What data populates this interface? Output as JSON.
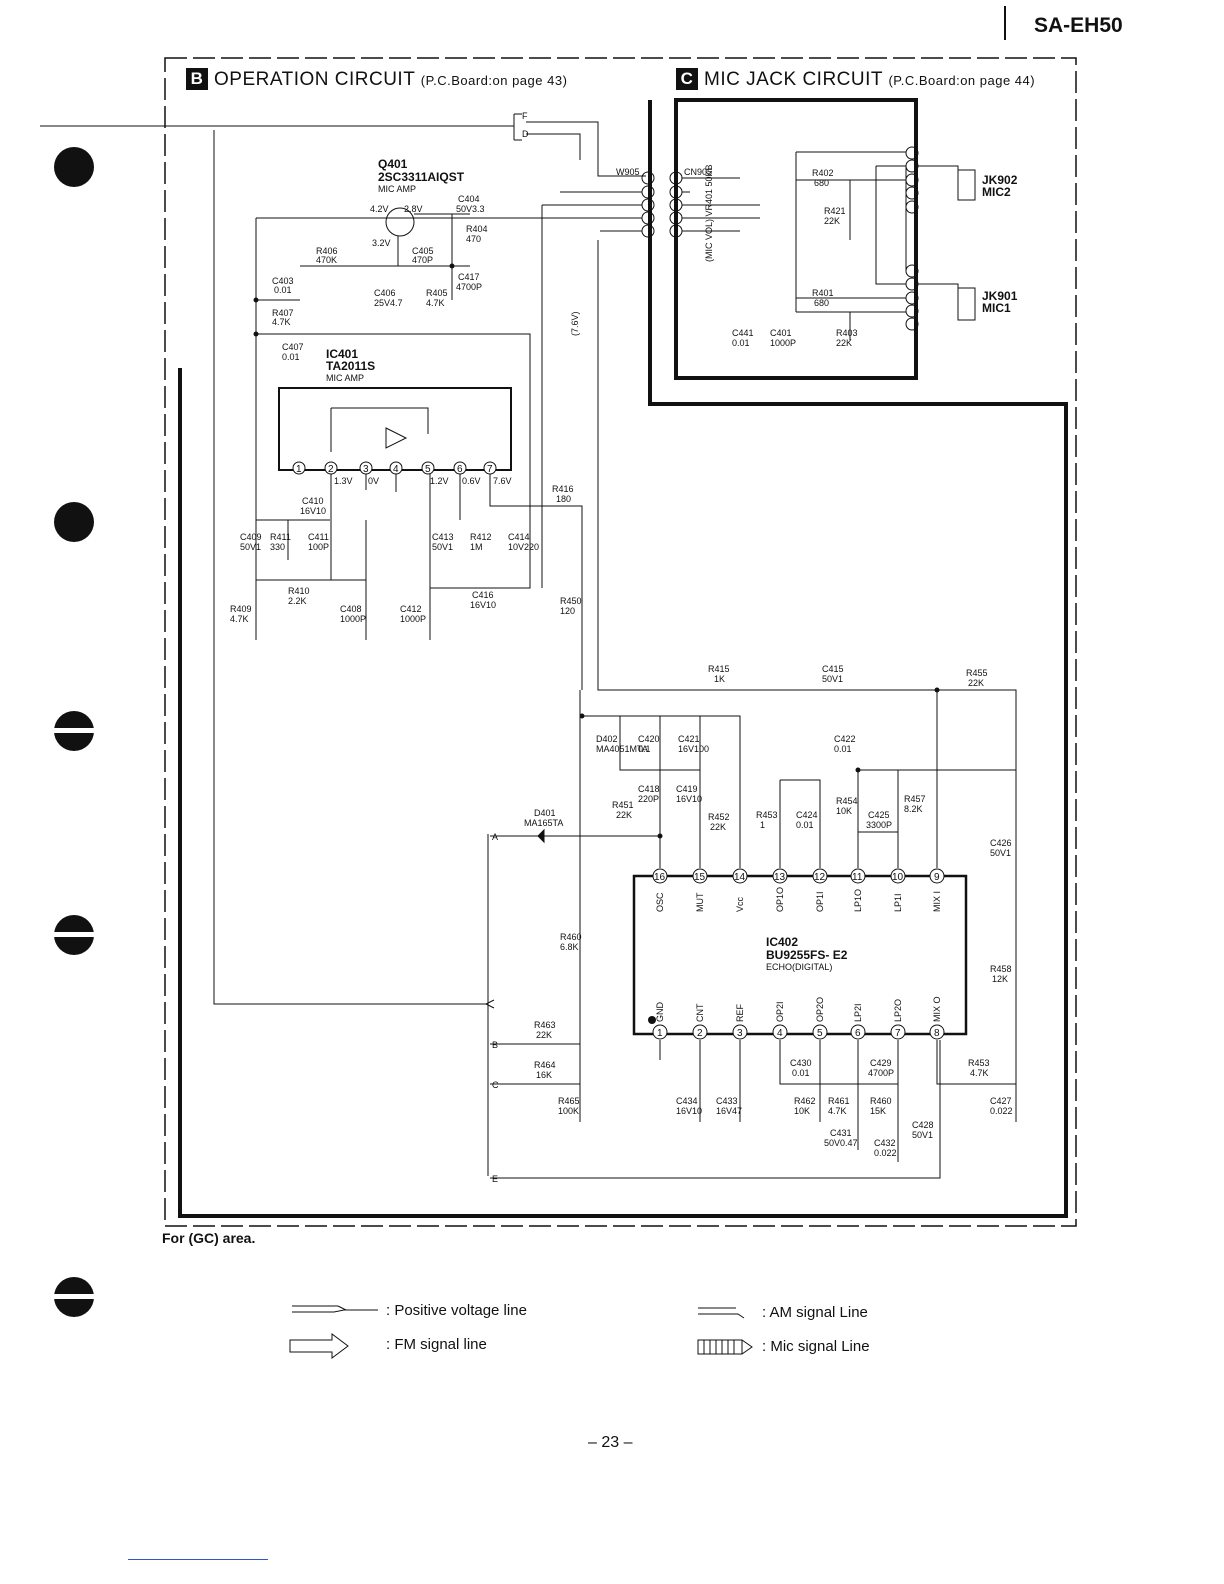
{
  "header": {
    "model": "SA-EH50"
  },
  "sections": [
    {
      "badge": "B",
      "title": "OPERATION  CIRCUIT",
      "board_note": "(P.C.Board:on page 43)"
    },
    {
      "badge": "C",
      "title": "MIC  JACK  CIRCUIT",
      "board_note": "(P.C.Board:on page 44)"
    }
  ],
  "labels": {
    "q401_ref": "Q401",
    "q401_part": "2SC3311AIQST",
    "q401_func": "MIC AMP",
    "ic401_ref": "IC401",
    "ic401_part": "TA2011S",
    "ic401_func": "MIC AMP",
    "ic402_ref": "IC402",
    "ic402_part": "BU9255FS- E2",
    "ic402_func": "ECHO(DIGITAL)",
    "jk902": "JK902",
    "mic2": "MIC2",
    "jk901": "JK901",
    "mic1": "MIC1",
    "w905": "W905",
    "cn905": "CN905",
    "r402": "R402",
    "r402_v": "680",
    "r401": "R401",
    "r401_v": "680",
    "r421": "R421",
    "r421_v": "22K",
    "r403": "R403",
    "r403_v": "22K",
    "vr401": "(MIC VOL) VR401 50KB",
    "c441": "C441",
    "c441_v": "0.01",
    "c401": "C401",
    "c401_v": "1000P",
    "r406": "R406",
    "r406_v": "470K",
    "c405": "C405",
    "c405_v": "470P",
    "c404": "C404",
    "c404_v": "50V3.3",
    "r404": "R404",
    "r404_v": "470",
    "c403": "C403",
    "c403_v": "0.01",
    "r407": "R407",
    "r407_v": "4.7K",
    "c407": "C407",
    "c407_v": "0.01",
    "c406": "C406",
    "c406_v": "25V4.7",
    "r405": "R405",
    "r405_v": "4.7K",
    "c417": "C417",
    "c417_v": "4700P",
    "c410": "C410",
    "c410_v": "16V10",
    "c409": "C409",
    "c409_v": "50V1",
    "r411": "R411",
    "r411_v": "330",
    "c411": "C411",
    "c411_v": "100P",
    "r410": "R410",
    "r410_v": "2.2K",
    "r409": "R409",
    "r409_v": "4.7K",
    "c408": "C408",
    "c408_v": "1000P",
    "c412": "C412",
    "c412_v": "1000P",
    "c413": "C413",
    "c413_v": "50V1",
    "r412": "R412",
    "r412_v": "1M",
    "c414": "C414",
    "c414_v": "10V220",
    "c416": "C416",
    "c416_v": "16V10",
    "r416": "R416",
    "r416_v": "180",
    "r450": "R450",
    "r450_v": "120",
    "r415": "R415",
    "r415_v": "1K",
    "c415": "C415",
    "c415_v": "50V1",
    "r455": "R455",
    "r455_v": "22K",
    "d402": "D402",
    "d402_v": "MA4051MTA",
    "c420": "C420",
    "c420_v": "0.1",
    "c421": "C421",
    "c421_v": "16V100",
    "c422": "C422",
    "c422_v": "0.01",
    "c418": "C418",
    "c418_v": "220P",
    "c419": "C419",
    "c419_v": "16V10",
    "r451": "R451",
    "r451_v": "22K",
    "r452": "R452",
    "r452_v": "22K",
    "r453b": "R453",
    "r453b_v": "1",
    "c424": "C424",
    "c424_v": "0.01",
    "r454": "R454",
    "r454_v": "10K",
    "c425": "C425",
    "c425_v": "3300P",
    "r457": "R457",
    "r457_v": "8.2K",
    "c426": "C426",
    "c426_v": "50V1",
    "d401": "D401",
    "d401_v": "MA165TA",
    "r460": "R460",
    "r460_v": "6.8K",
    "r458": "R458",
    "r458_v": "12K",
    "r463": "R463",
    "r463_v": "22K",
    "r464": "R464",
    "r464_v": "16K",
    "r465": "R465",
    "r465_v": "100K",
    "c434": "C434",
    "c434_v": "16V10",
    "c433": "C433",
    "c433_v": "16V47",
    "c430": "C430",
    "c430_v": "0.01",
    "c429": "C429",
    "c429_v": "4700P",
    "r462": "R462",
    "r462_v": "10K",
    "r461": "R461",
    "r461_v": "4.7K",
    "r460b": "R460",
    "r460b_v": "15K",
    "c431": "C431",
    "c431_v": "50V0.47",
    "c432": "C432",
    "c432_v": "0.022",
    "c428": "C428",
    "c428_v": "50V1",
    "r453": "R453",
    "r453_v": "4.7K",
    "c427": "C427",
    "c427_v": "0.022",
    "v_4_2": "4.2V",
    "v_2_8": "2.8V",
    "v_3_2": "3.2V",
    "v_1_3": "1.3V",
    "v_0": "0V",
    "v_1_2": "1.2V",
    "v_0_6": "0.6V",
    "v_7_6": "7.6V",
    "v_7_6b": "(7.6V)",
    "conn_f": "F",
    "conn_d": "D",
    "conn_a": "A",
    "conn_b": "B",
    "conn_c": "C",
    "conn_e": "E"
  },
  "ic402_pins_top": [
    "OSC",
    "MUT",
    "Vcc",
    "OP1O",
    "OP1I",
    "LP1O",
    "LP1I",
    "MIX I"
  ],
  "ic402_pins_bottom": [
    "GND",
    "CNT",
    "REF",
    "OP2I",
    "OP2O",
    "LP2I",
    "LP2O",
    "MIX O"
  ],
  "note": "For (GC) area.",
  "legend": {
    "positive": ": Positive voltage line",
    "am": ": AM signal Line",
    "fm": ": FM signal line",
    "mic": ": Mic signal Line"
  },
  "page_number": "– 23 –"
}
